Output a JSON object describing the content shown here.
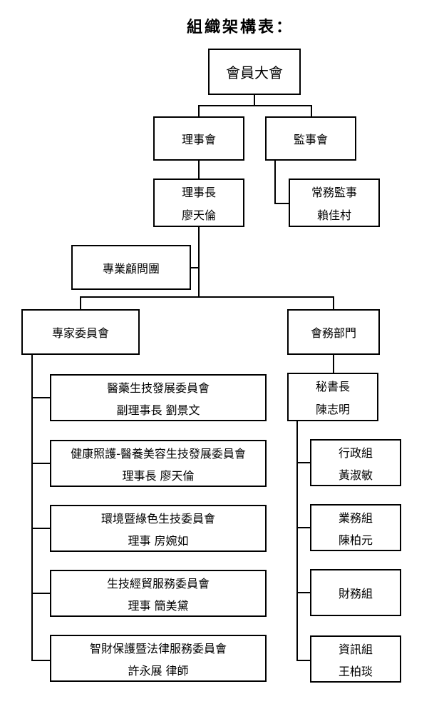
{
  "title": "組織架構表：",
  "nodes": {
    "general_assembly": "會員大會",
    "board_of_directors": "理事會",
    "board_of_supervisors": "監事會",
    "chairman": {
      "role": "理事長",
      "name": "廖天倫"
    },
    "standing_supervisor": {
      "role": "常務監事",
      "name": "賴佳村"
    },
    "advisory_group": "專業顧問團",
    "expert_committees": "專家委員會",
    "affairs_department": "會務部門",
    "committees": [
      {
        "name": "醫藥生技發展委員會",
        "leader": "副理事長 劉景文"
      },
      {
        "name": "健康照護-醫養美容生技發展委員會",
        "leader": "理事長 廖天倫"
      },
      {
        "name": "環境暨綠色生技委員會",
        "leader": "理事 房婉如"
      },
      {
        "name": "生技經貿服務委員會",
        "leader": "理事 簡美黛"
      },
      {
        "name": "智財保護暨法律服務委員會",
        "leader": "許永展  律師"
      }
    ],
    "secretary_general": {
      "role": "秘書長",
      "name": "陳志明"
    },
    "sections": [
      {
        "name": "行政組",
        "leader": "黃淑敏"
      },
      {
        "name": "業務組",
        "leader": "陳柏元"
      },
      {
        "name": "財務組",
        "leader": ""
      },
      {
        "name": "資訊組",
        "leader": "王柏琰"
      }
    ]
  }
}
